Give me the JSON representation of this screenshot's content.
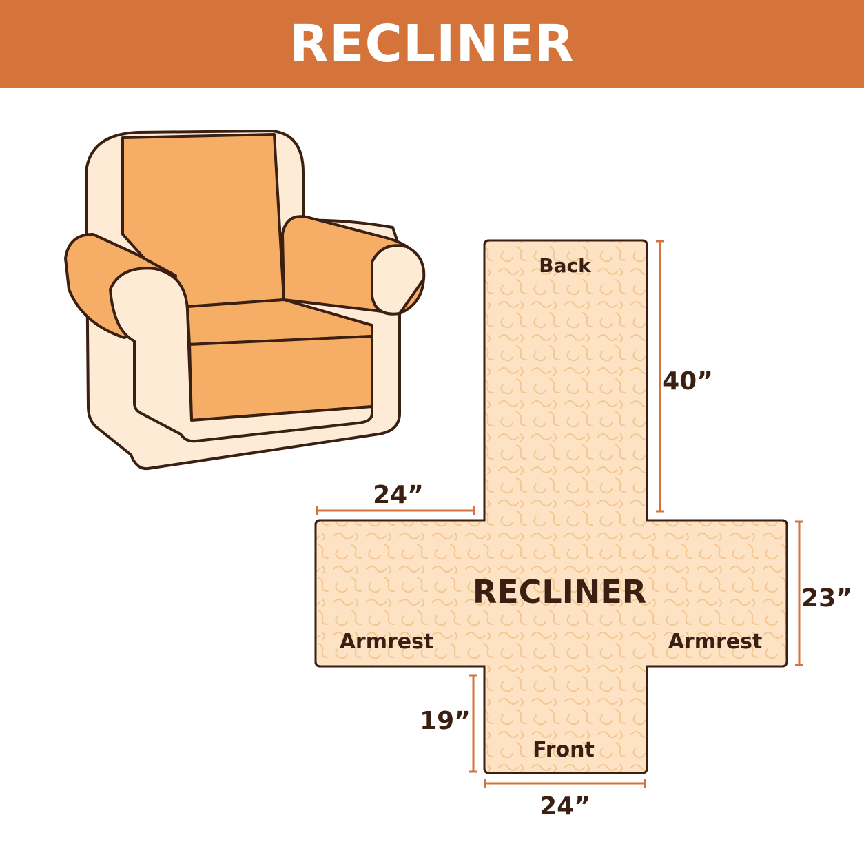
{
  "header": {
    "title": "RECLINER"
  },
  "colors": {
    "accent": "#d4743a",
    "outline": "#3a1f12",
    "cream": "#fdebd6",
    "orange": "#f6ad66",
    "pad": "#fde3c4",
    "dimension": "#d4743a"
  },
  "pad": {
    "center_label": "RECLINER",
    "labels": {
      "back": "Back",
      "front": "Front",
      "armrest_left": "Armrest",
      "armrest_right": "Armrest"
    },
    "dimensions": {
      "back_length": "40”",
      "arm_width": "24”",
      "arm_height": "23”",
      "front_length": "19”",
      "seat_width": "24”"
    }
  }
}
